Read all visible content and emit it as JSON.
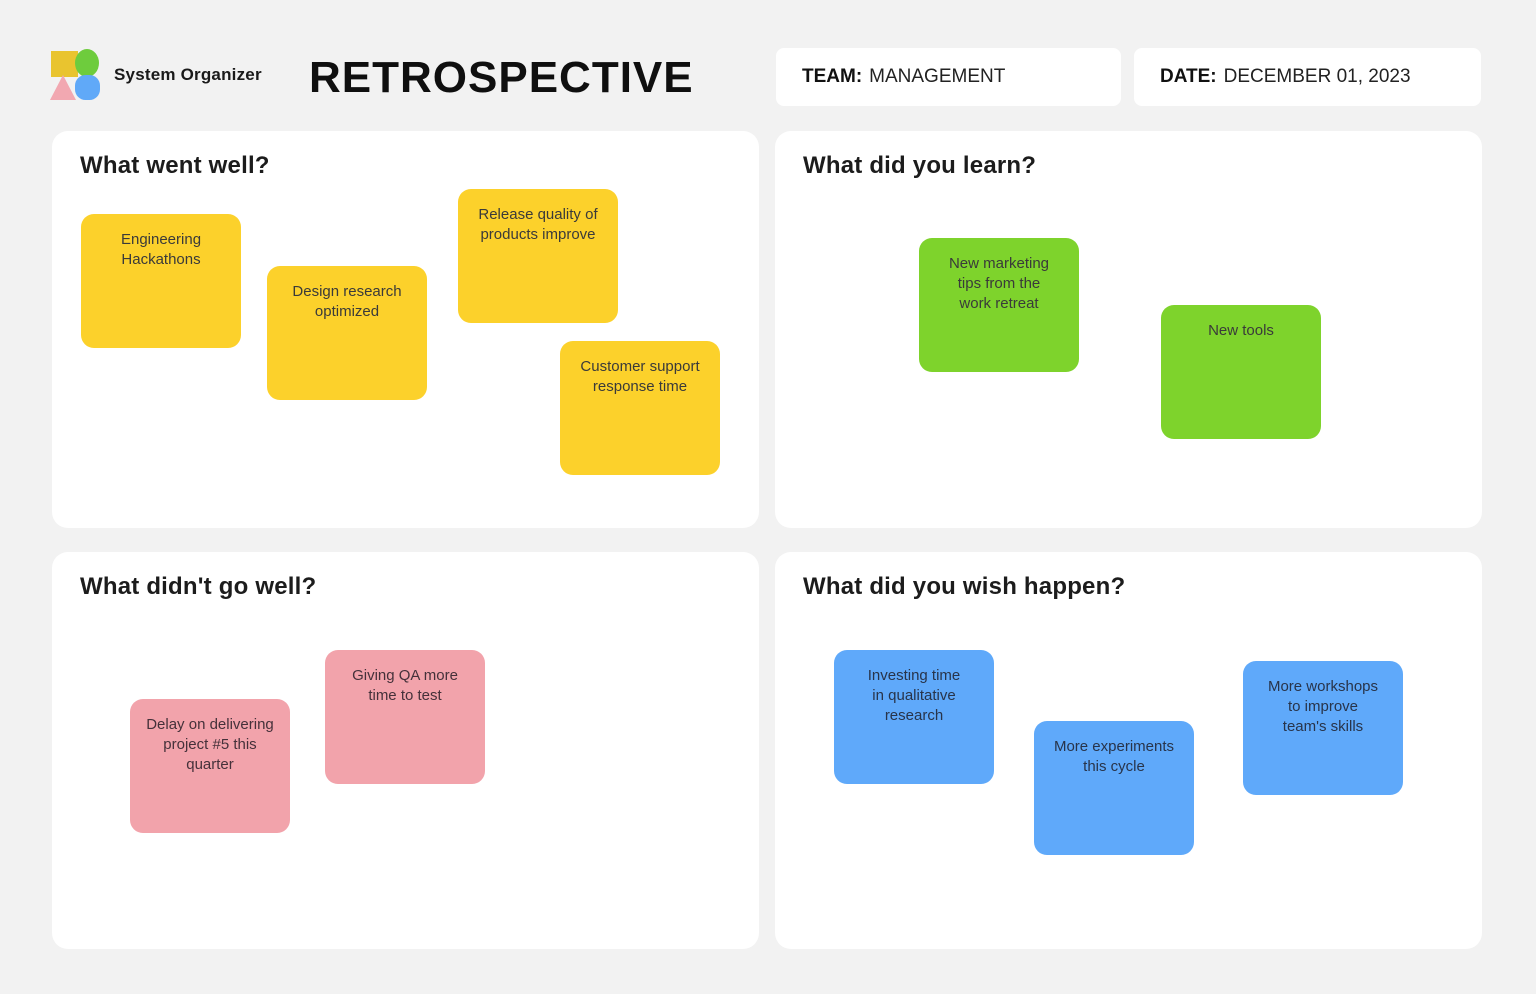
{
  "header": {
    "brand": "System Organizer",
    "title": "RETROSPECTIVE",
    "team": {
      "label": "TEAM:",
      "value": "MANAGEMENT"
    },
    "date": {
      "label": "DATE:",
      "value": "DECEMBER 01, 2023"
    }
  },
  "logo": {
    "shapes": [
      {
        "name": "yellow-square",
        "color": "#E9C42F"
      },
      {
        "name": "green-ellipse",
        "color": "#6ECC3D"
      },
      {
        "name": "pink-triangle",
        "color": "#F2A8B1"
      },
      {
        "name": "blue-round-square",
        "color": "#60A9F8"
      }
    ]
  },
  "colors": {
    "page-bg": "#F2F2F2",
    "panel-bg": "#FFFFFF",
    "note-yellow": "#FCD12B",
    "note-green": "#7ED32C",
    "note-pink": "#F2A3AB",
    "note-blue": "#5FA9FA",
    "logo-yellow": "#E9C42F",
    "logo-green": "#6ECC3D",
    "logo-pink": "#F2A8B1",
    "logo-blue": "#60A9F8"
  },
  "sections": [
    {
      "id": "went-well",
      "title": "What went well?",
      "notes": [
        "Engineering\nHackathons",
        "Design research\noptimized",
        "Release quality of\nproducts improve",
        "Customer support\nresponse time"
      ]
    },
    {
      "id": "learned",
      "title": "What did you learn?",
      "notes": [
        "New marketing\ntips from the\nwork retreat",
        "New tools"
      ]
    },
    {
      "id": "didnt-go-well",
      "title": "What didn't go well?",
      "notes": [
        "Delay on delivering\nproject #5 this\nquarter",
        "Giving QA more\ntime to test"
      ]
    },
    {
      "id": "wish-happened",
      "title": "What did you wish happen?",
      "notes": [
        "Investing time\nin qualitative\nresearch",
        "More experiments\nthis cycle",
        "More workshops\nto improve\nteam's skills"
      ]
    }
  ]
}
